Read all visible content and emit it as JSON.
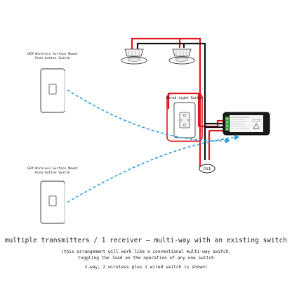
{
  "labels": {
    "top_switch": [
      "GEM Wireless Surface Mount",
      "Push-button Switch"
    ],
    "bottom_switch": [
      "GEM Wireless Surface Mount",
      "Push-button Switch"
    ],
    "wired_switch": "Wired Light Switch",
    "feed": "FEED"
  },
  "caption": {
    "main": "multiple transmitters / 1 receiver – multi-way with an existing switch",
    "note_line1": "(this arrangement will work like a conventional multi-way switch,",
    "note_line2": "toggling the load on the operation of any one switch",
    "summary": "3-way, 2 wireless plus 1 wired switch is shown)"
  },
  "colors": {
    "live_wire": "#e0161c",
    "neutral_wire": "#111111",
    "wireless_signal": "#2a9bd8",
    "receiver_body": "#1a1a1a",
    "terminal_green": "#3da636"
  },
  "icons": [
    "downlight-icon",
    "wireless-push-button-switch-icon",
    "wired-light-switch-icon",
    "wireless-receiver-icon"
  ]
}
